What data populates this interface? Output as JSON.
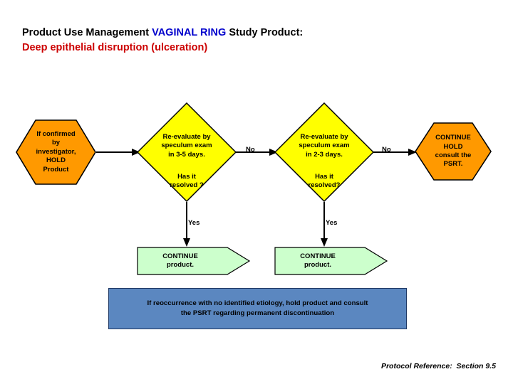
{
  "title": {
    "line1_part1": "Product Use Management ",
    "line1_highlight": "VAGINAL RING",
    "line1_part2": " Study Product:",
    "line2": "Deep epithelial disruption (ulceration)"
  },
  "colors": {
    "hexagon_fill": "#FF9900",
    "hexagon_stroke": "#000000",
    "diamond_fill": "#FFFF00",
    "diamond_stroke": "#000000",
    "pentagon_fill": "#CCFFCC",
    "pentagon_stroke": "#000000",
    "blue_box_fill": "#5B87C0",
    "blue_box_stroke": "#1F3864",
    "title_highlight": "#0000CC",
    "title_alert": "#CC0000",
    "connector": "#000000"
  },
  "nodes": {
    "hold_product": {
      "shape": "hexagon",
      "text": "If confirmed\nby\ninvestigator,\nHOLD\nProduct"
    },
    "reevaluate_1": {
      "shape": "diamond",
      "text_top": "Re-evaluate by\nspeculum exam\nin 3-5 days.",
      "text_bottom": "Has it\nresolved ?"
    },
    "reevaluate_2": {
      "shape": "diamond",
      "text_top": "Re-evaluate by\nspeculum exam\nin 2-3 days.",
      "text_bottom": "Has it\nresolved?"
    },
    "continue_hold": {
      "shape": "hexagon",
      "text": "CONTINUE\nHOLD\nconsult the\nPSRT."
    },
    "continue_product_1": {
      "shape": "pentagon-arrow",
      "text": "CONTINUE\nproduct."
    },
    "continue_product_2": {
      "shape": "pentagon-arrow",
      "text": "CONTINUE\nproduct."
    }
  },
  "edges": {
    "no_1": "No",
    "no_2": "No",
    "yes_1": "Yes",
    "yes_2": "Yes"
  },
  "footer": {
    "note": "If reoccurrence with no identified etiology, hold product and consult\nthe PSRT regarding permanent discontinuation",
    "protocol_reference": "Protocol Reference:  Section 9.5"
  }
}
